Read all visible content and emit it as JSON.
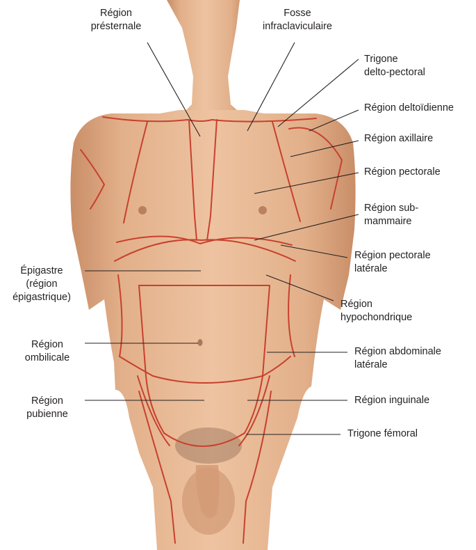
{
  "figure": {
    "skin_color": "#e8bc98",
    "skin_shadow_color": "#c98e68",
    "boundary_color": "#c8402d",
    "leader_line_color": "#231f20",
    "labels": [
      {
        "id": "presternale",
        "lines": [
          "Région",
          "présternale"
        ]
      },
      {
        "id": "infraclaviculaire",
        "lines": [
          "Fosse",
          "infraclaviculaire"
        ]
      },
      {
        "id": "delto-pectoral",
        "lines": [
          "Trigone",
          "delto-pectoral"
        ]
      },
      {
        "id": "deltoidienne",
        "lines": [
          "Région deltoïdienne"
        ]
      },
      {
        "id": "axillaire",
        "lines": [
          "Région axillaire"
        ]
      },
      {
        "id": "pectorale",
        "lines": [
          "Région pectorale"
        ]
      },
      {
        "id": "sub-mammaire",
        "lines": [
          "Région sub-",
          "mammaire"
        ]
      },
      {
        "id": "pectorale-laterale",
        "lines": [
          "Région pectorale",
          "latérale"
        ]
      },
      {
        "id": "epigastre",
        "lines": [
          "Épigastre",
          "(région",
          "épigastrique)"
        ]
      },
      {
        "id": "hypochondrique",
        "lines": [
          "Région",
          "hypochondrique"
        ]
      },
      {
        "id": "ombilicale",
        "lines": [
          "Région",
          "ombilicale"
        ]
      },
      {
        "id": "abdominale-laterale",
        "lines": [
          "Région abdominale",
          "latérale"
        ]
      },
      {
        "id": "pubienne",
        "lines": [
          "Région",
          "pubienne"
        ]
      },
      {
        "id": "inguinale",
        "lines": [
          "Région inguinale"
        ]
      },
      {
        "id": "femoral",
        "lines": [
          "Trigone fémoral"
        ]
      }
    ]
  }
}
